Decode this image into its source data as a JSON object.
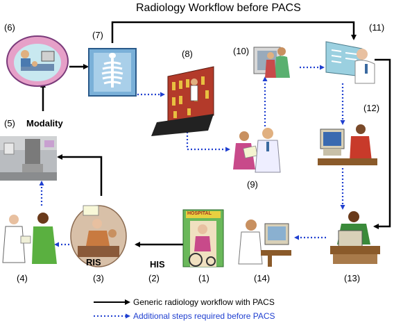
{
  "title": "Radiology Workflow before PACS",
  "labels": {
    "modality": "Modality",
    "ris": "RIS",
    "his": "HIS"
  },
  "hospital_sign": "HOSPITAL",
  "steps": {
    "s1": "(1)",
    "s2": "(2)",
    "s3": "(3)",
    "s4": "(4)",
    "s5": "(5)",
    "s6": "(6)",
    "s7": "(7)",
    "s8": "(8)",
    "s9": "(9)",
    "s10": "(10)",
    "s11": "(11)",
    "s12": "(12)",
    "s13": "(13)",
    "s14": "(14)"
  },
  "legend": {
    "generic": "Generic radiology workflow with PACS",
    "additional": "Additional steps required before PACS"
  },
  "colors": {
    "generic_arrow": "#000000",
    "additional_arrow": "#1f3fd0"
  },
  "icons": {
    "s1": "hospital-patient-wheelchair-icon",
    "s3": "ris-clerk-desk-icon",
    "s4": "doctor-patient-consult-icon",
    "s5": "xray-machine-room-icon",
    "s6": "patient-exam-icon",
    "s7": "chest-xray-film-icon",
    "s8": "film-archive-shelves-icon",
    "s9": "clerk-doctor-folder-icon",
    "s10": "viewbox-review-icon",
    "s11": "radiologist-lightbox-icon",
    "s12": "typist-computer-icon",
    "s13": "reporting-desk-icon",
    "s14": "physician-computer-icon"
  }
}
